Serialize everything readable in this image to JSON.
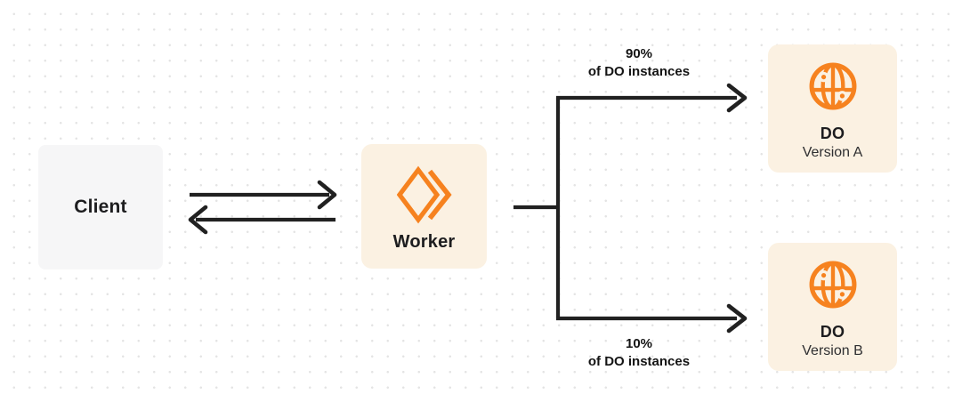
{
  "canvas": {
    "background": "#ffffff",
    "dot_grid_color": "#e4e4e4"
  },
  "colors": {
    "accent_orange": "#F6821F",
    "node_cream": "#FBF1E2",
    "node_gray": "#F6F6F7",
    "edge_dark": "#212121",
    "text_dark": "#1D1D1F"
  },
  "nodes": {
    "client": {
      "label": "Client"
    },
    "worker": {
      "label": "Worker",
      "icon": "workers-chevron-icon"
    },
    "do_version_a": {
      "title": "DO",
      "subtitle": "Version A",
      "icon": "globe-icon"
    },
    "do_version_b": {
      "title": "DO",
      "subtitle": "Version B",
      "icon": "globe-icon"
    }
  },
  "edges": {
    "client_worker": {
      "type": "bidirectional-arrows"
    },
    "branch_top": {
      "label_line1": "90%",
      "label_line2": "of DO instances"
    },
    "branch_bottom": {
      "label_line1": "10%",
      "label_line2": "of DO instances"
    }
  }
}
